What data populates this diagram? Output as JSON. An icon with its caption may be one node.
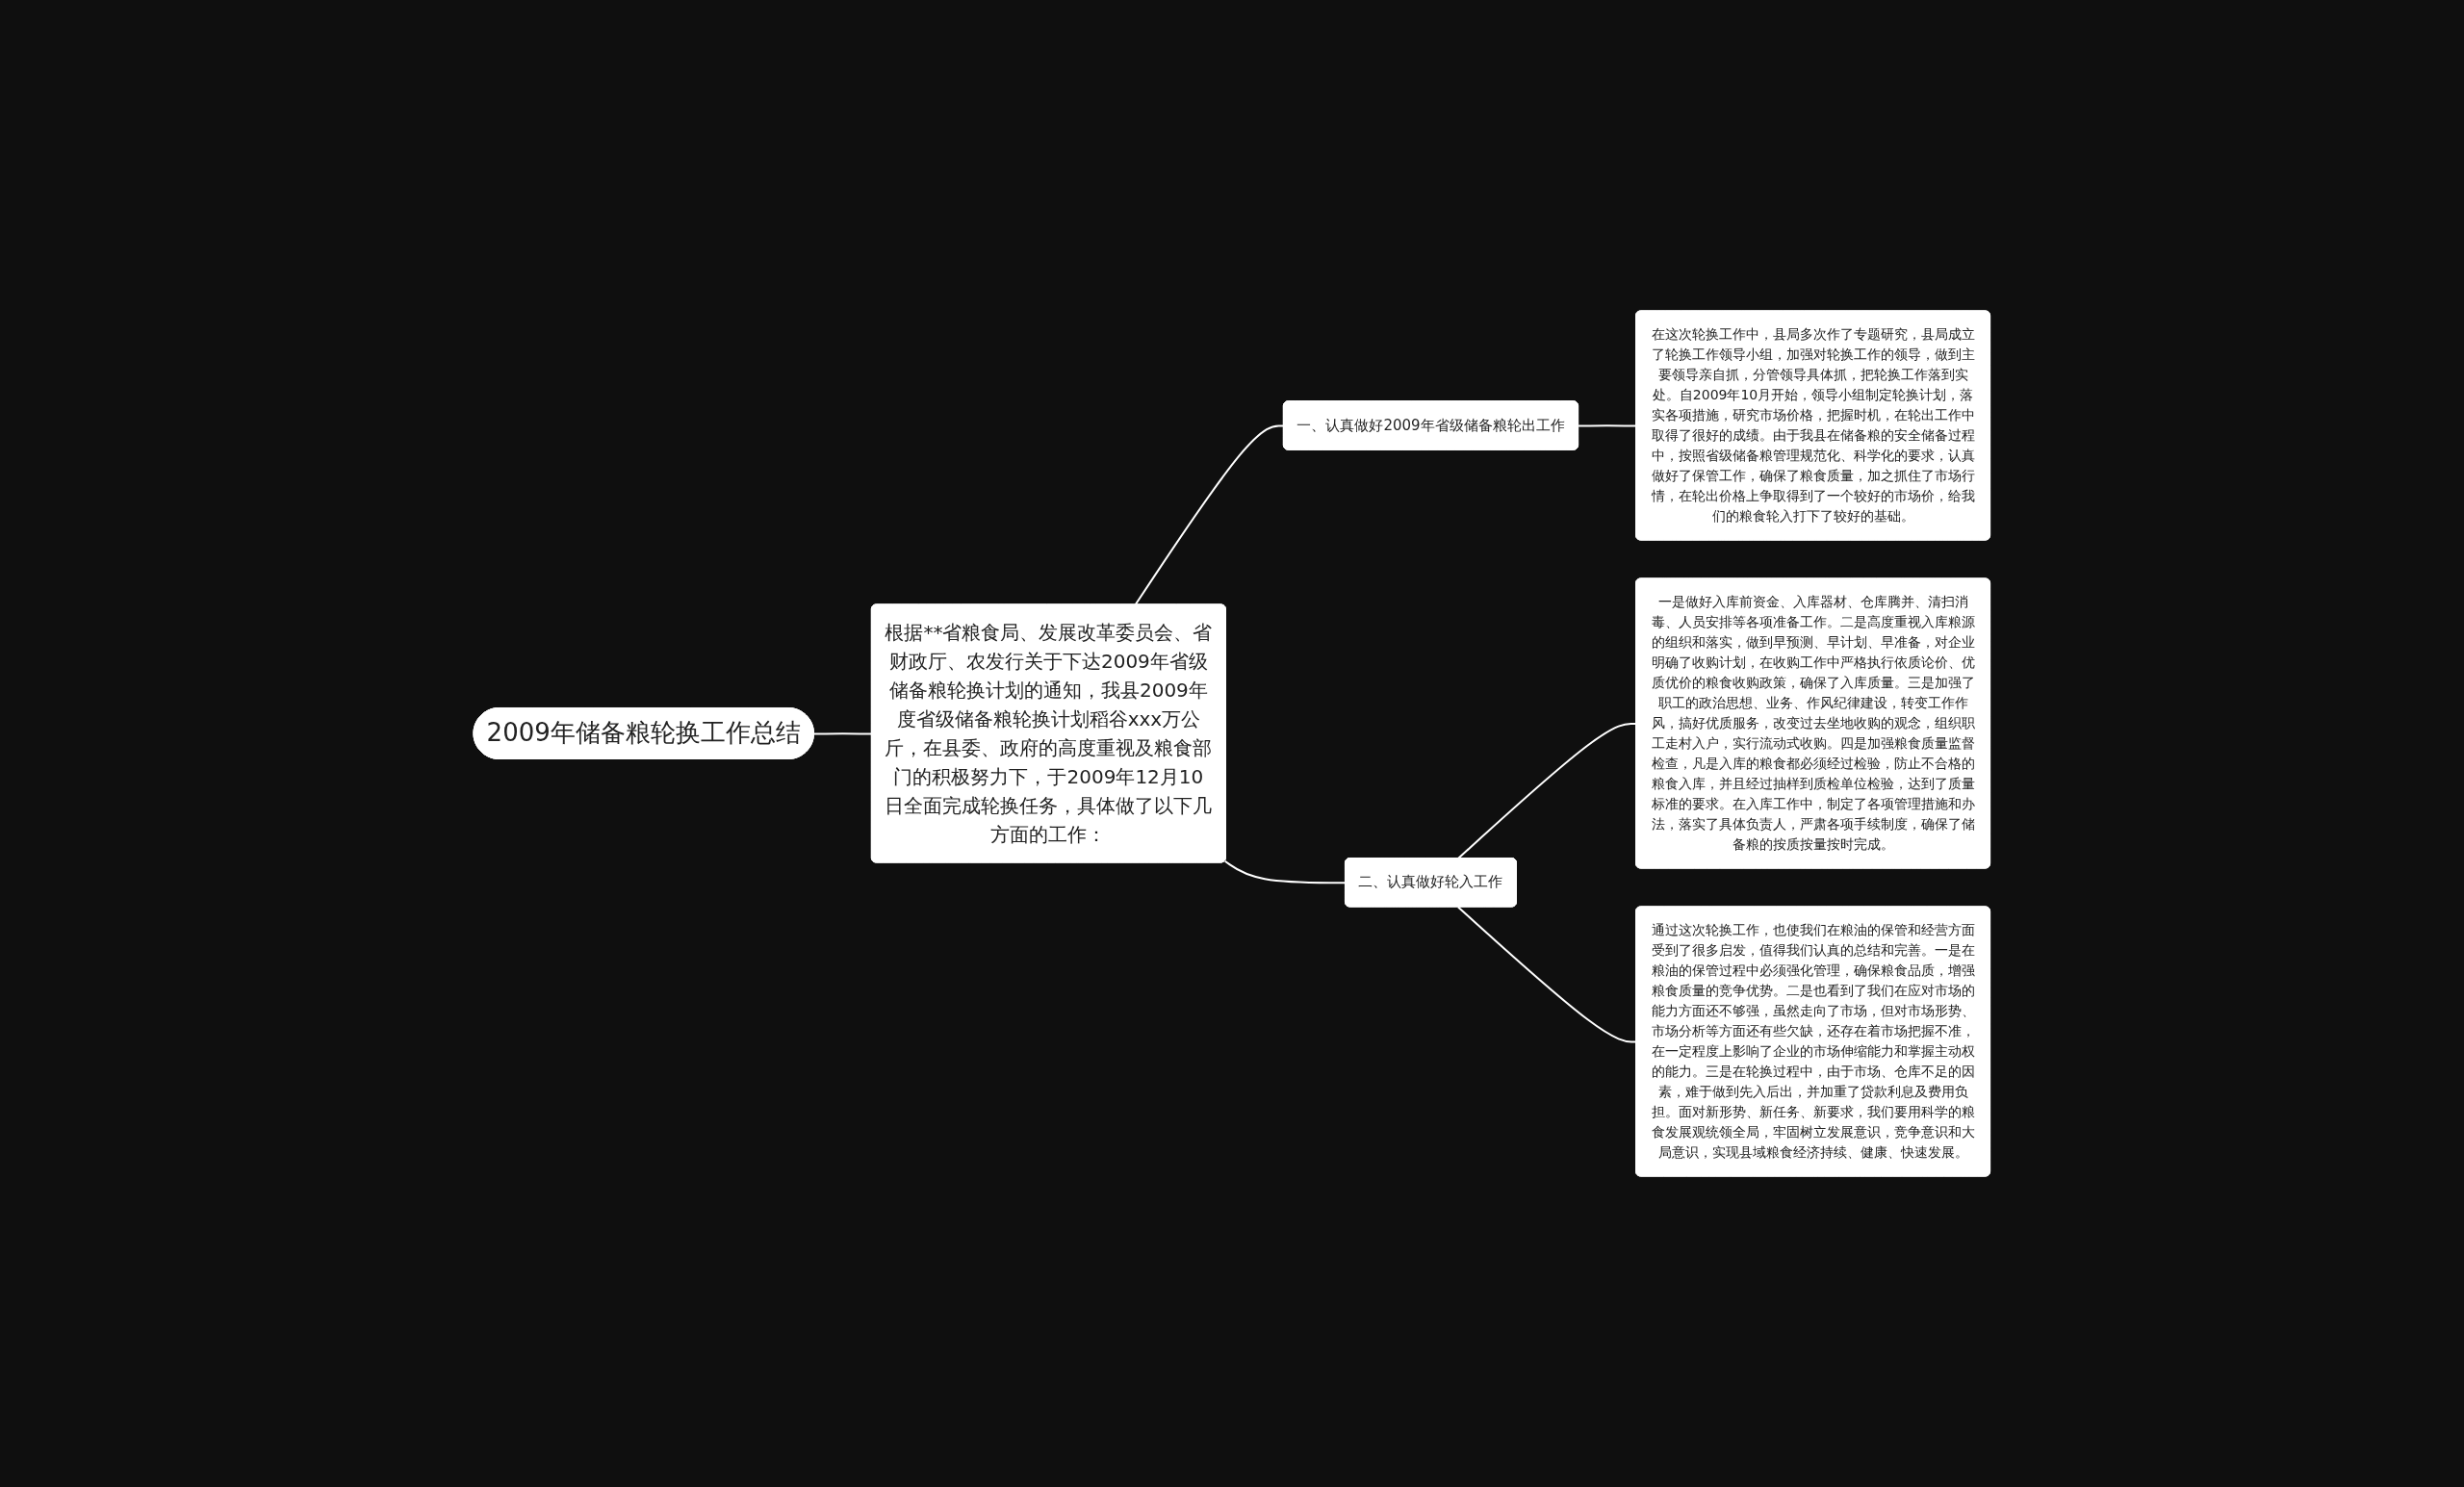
{
  "diagram": {
    "nodes": [
      {
        "text": [
          "2009年储备粮轮换工作总结"
        ]
      },
      {
        "text": [
          "根据**省粮食局、发展改革委员会、省财政厅、农发行关于下达2009年省级储备粮轮换计划的通知，我县2009年度省级储备粮轮换计划稻谷xxx万公斤，在县委、政府的高度重视及粮食部门的积极努力下，于2009年12月10日全面完成轮换任务，具体做了以下几方面的工作："
        ]
      },
      {
        "text": [
          "一、认真做好2009年省级储备粮轮出工作"
        ]
      },
      {
        "text": [
          "在这次轮换工作中，县局多次作了专题研究，县局成立了轮换工作领导小组，加强对轮换工作的领导，做到主要领导亲自抓，分管领导具体抓，把轮换工作落到实处。自2009年10月开始，领导小组制定轮换计划，落实各项措施，研究市场价格，把握时机，在轮出工作中取得了很好的成绩。由于我县在储备粮的安全储备过程中，按照省级储备粮管理规范化、科学化的要求，认真做好了保管工作，确保了粮食质量，加之抓住了市场行情，在轮出价格上争取得到了一个较好的市场价，给我们的粮食轮入打下了较好的基础。"
        ]
      },
      {
        "text": [
          "二、认真做好轮入工作"
        ]
      },
      {
        "text": [
          "一是做好入库前资金、入库器材、仓库腾并、清扫消毒、人员安排等各项准备工作。二是高度重视入库粮源的组织和落实，做到早预测、早计划、早准备，对企业明确了收购计划，在收购工作中严格执行依质论价、优质优价的粮食收购政策，确保了入库质量。三是加强了职工的政治思想、业务、作风纪律建设，转变工作作风，搞好优质服务，改变过去坐地收购的观念，组织职工走村入户，实行流动式收购。四是加强粮食质量监督检查，凡是入库的粮食都必须经过检验，防止不合格的粮食入库，并且经过抽样到质检单位检验，达到了质量标准的要求。在入库工作中，制定了各项管理措施和办法，落实了具体负责人，严肃各项手续制度，确保了储备粮的按质按量按时完成。"
        ]
      },
      {
        "text": [
          "通过这次轮换工作，也使我们在粮油的保管和经营方面受到了很多启发，值得我们认真的总结和完善。一是在粮油的保管过程中必须强化管理，确保粮食品质，增强粮食质量的竞争优势。二是也看到了我们在应对市场的能力方面还不够强，虽然走向了市场，但对市场形势、市场分析等方面还有些欠缺，还存在着市场把握不准，在一定程度上影响了企业的市场伸缩能力和掌握主动权的能力。三是在轮换过程中，由于市场、仓库不足的因素，难于做到先入后出，并加重了贷款利息及费用负担。面对新形势、新任务、新要求，我们要用科学的粮食发展观统领全局，牢固树立发展意识，竞争意识和大局意识，实现县域粮食经济持续、健康、快速发展。"
        ]
      }
    ],
    "edges": [
      {
        "from": 0,
        "to": 1,
        "arrow": "none"
      },
      {
        "from": 1,
        "to": 2,
        "arrow": "none"
      },
      {
        "from": 2,
        "to": 3,
        "arrow": "none"
      },
      {
        "from": 1,
        "to": 4,
        "arrow": "none"
      },
      {
        "from": 4,
        "to": 5,
        "arrow": "none"
      },
      {
        "from": 4,
        "to": 6,
        "arrow": "none"
      }
    ]
  }
}
